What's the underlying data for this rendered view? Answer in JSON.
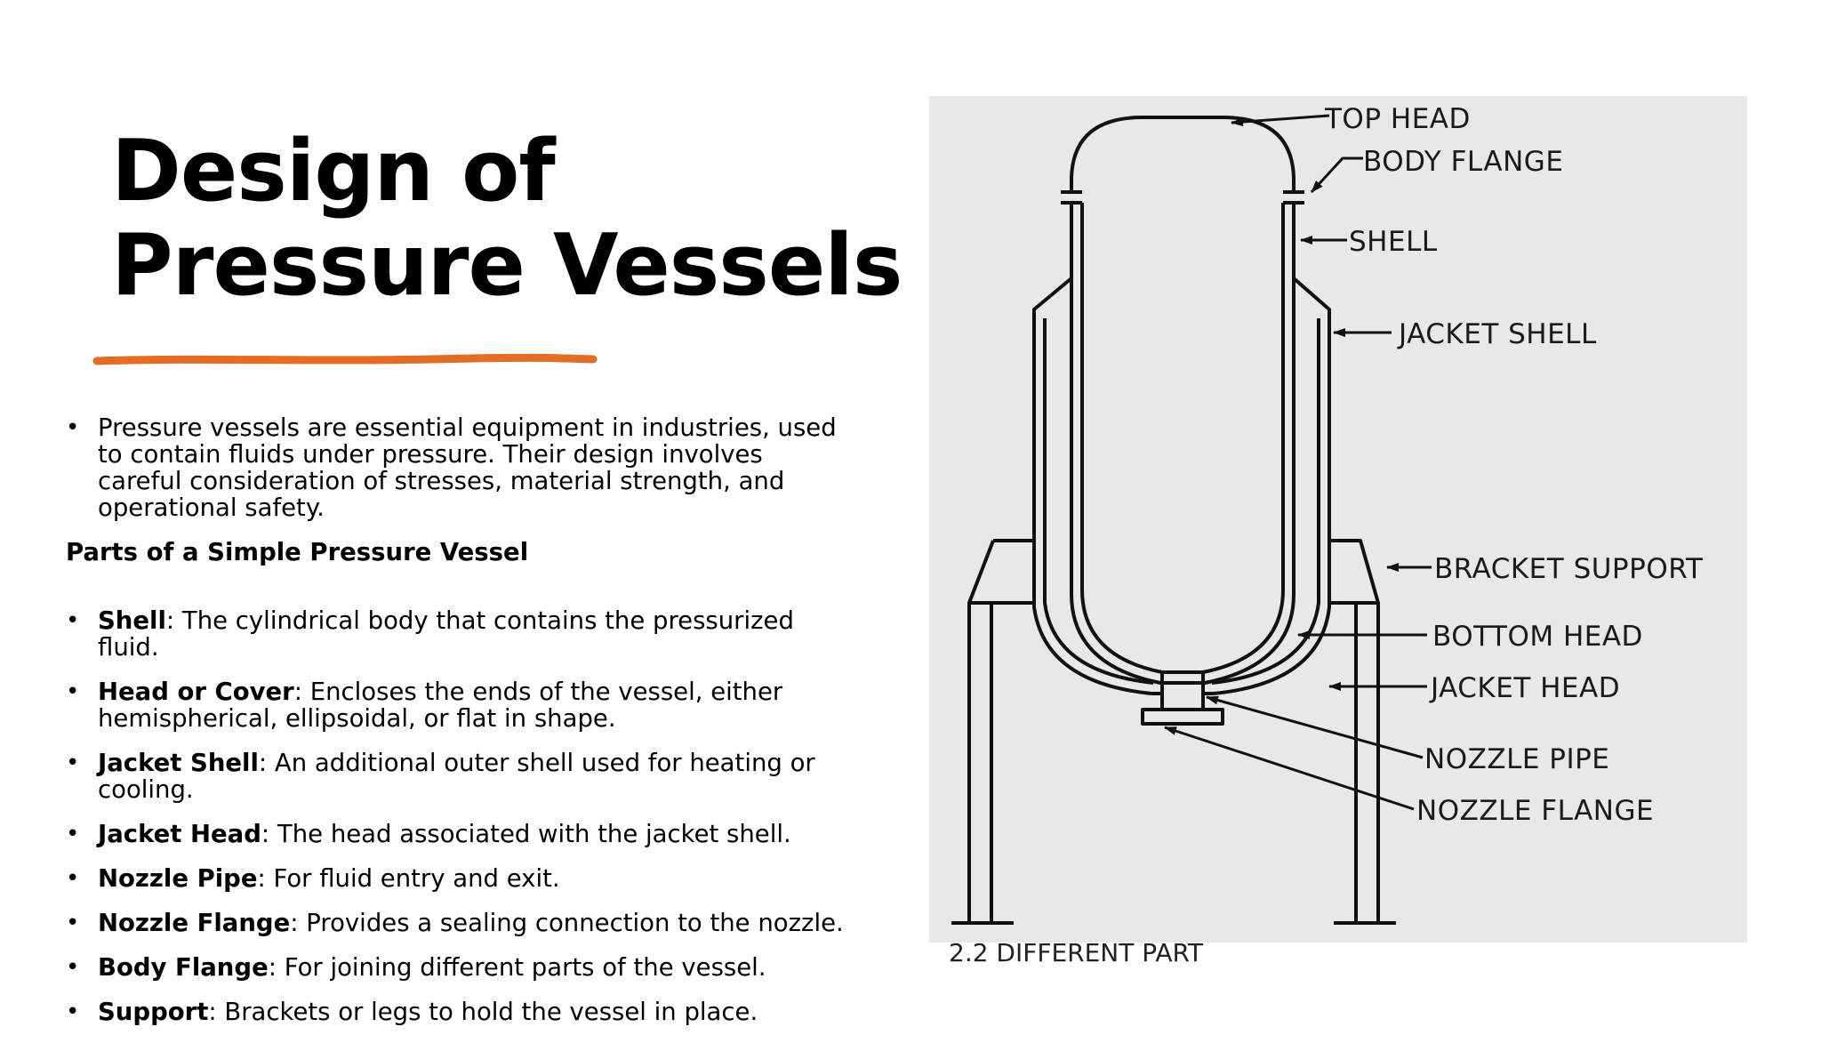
{
  "slide": {
    "title_lines": [
      "Design of",
      "Pressure Vessels"
    ],
    "accent_color": "#e46c24",
    "intro": "Pressure vessels are essential equipment in industries, used to contain fluids under pressure. Their design involves careful consideration of stresses, material strength, and operational safety.",
    "bullet_char": "•",
    "subheading": "Parts of a Simple Pressure Vessel",
    "parts": [
      {
        "term": "Shell",
        "desc": ": The cylindrical body that contains the pressurized fluid."
      },
      {
        "term": "Head or Cover",
        "desc": ": Encloses the ends of the vessel, either hemispherical, ellipsoidal, or flat in shape."
      },
      {
        "term": "Jacket Shell",
        "desc": ": An additional outer shell used for heating or cooling."
      },
      {
        "term": "Jacket Head",
        "desc": ": The head associated with the jacket shell."
      },
      {
        "term": "Nozzle Pipe",
        "desc": ": For fluid entry and exit."
      },
      {
        "term": "Nozzle Flange",
        "desc": ": Provides a sealing connection to the nozzle."
      },
      {
        "term": "Body Flange",
        "desc": ": For joining different parts of the vessel."
      },
      {
        "term": "Support",
        "desc": ": Brackets or legs to hold the vessel in place."
      }
    ]
  },
  "diagram": {
    "background": "#e8e8e6",
    "labels": {
      "top_head": "TOP HEAD",
      "body_flange": "BODY FLANGE",
      "shell": "SHELL",
      "jacket_shell": "JACKET SHELL",
      "bracket_support": "BRACKET SUPPORT",
      "bottom_head": "BOTTOM HEAD",
      "jacket_head": "JACKET HEAD",
      "nozzle_pipe": "NOZZLE PIPE",
      "nozzle_flange": "NOZZLE FLANGE"
    },
    "caption_partial": "2.2 DIFFERENT PART"
  }
}
